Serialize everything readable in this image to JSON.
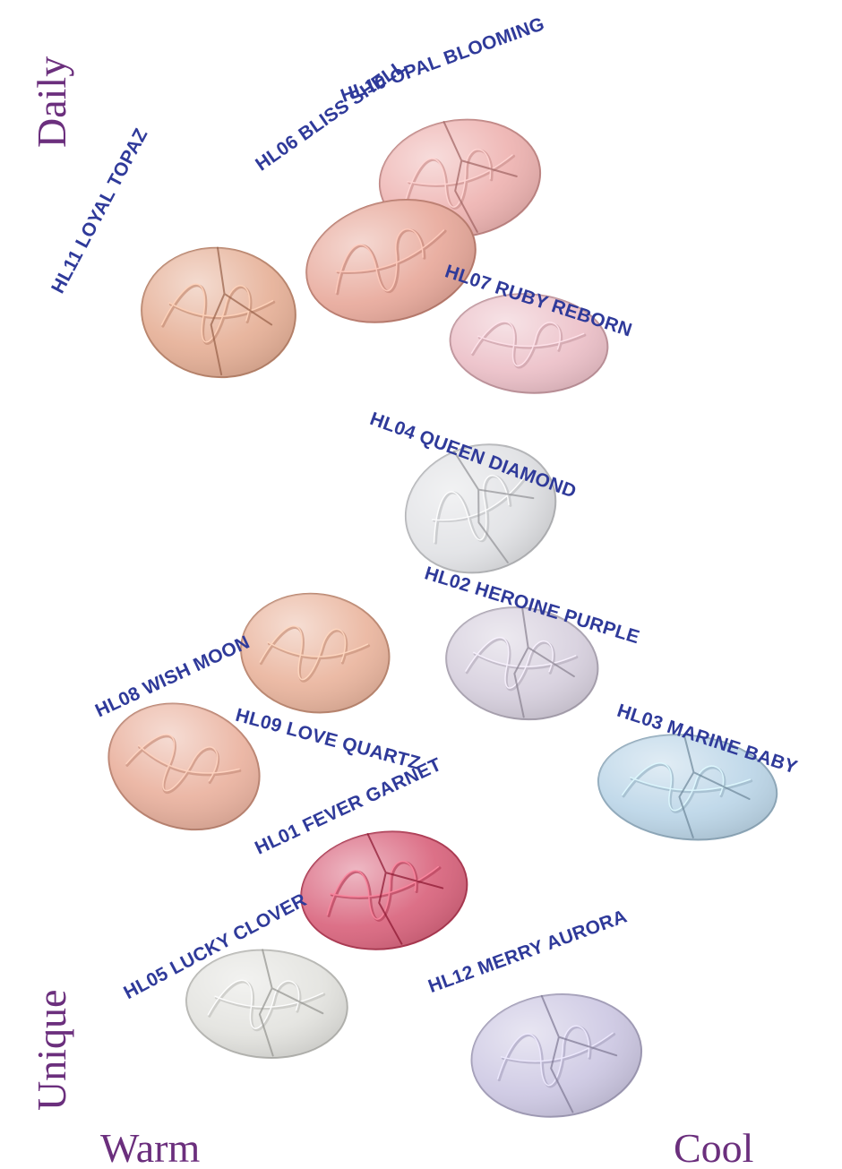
{
  "chart_data": {
    "type": "scatter",
    "x_axis": {
      "low_label": "Warm",
      "high_label": "Cool"
    },
    "y_axis": {
      "low_label": "Unique",
      "high_label": "Daily"
    },
    "grid": false,
    "legend": "none",
    "colors": {
      "axis_top": "#8fc3e6",
      "axis_bottom": "#7a3d82",
      "label": "#2f3a9a",
      "axis_text": "#6b2f7d"
    },
    "points": [
      {
        "id": "HL10",
        "name": "HL10 OPAL BLOOMING",
        "x": 0.55,
        "y": 0.9,
        "color": "#eeb3b1"
      },
      {
        "id": "HL06",
        "name": "HL06 BLISS SHELL",
        "x": 0.45,
        "y": 0.82,
        "color": "#e8a99b"
      },
      {
        "id": "HL11",
        "name": "HL11 LOYAL TOPAZ",
        "x": 0.2,
        "y": 0.77,
        "color": "#e6b097"
      },
      {
        "id": "HL07",
        "name": "HL07 RUBY REBORN",
        "x": 0.65,
        "y": 0.74,
        "color": "#ecc0c8"
      },
      {
        "id": "HL04",
        "name": "HL04 QUEEN DIAMOND",
        "x": 0.58,
        "y": 0.58,
        "color": "#e1e2e5"
      },
      {
        "id": "HL02",
        "name": "HL02 HEROINE PURPLE",
        "x": 0.64,
        "y": 0.43,
        "color": "#d7d0de"
      },
      {
        "id": "HL09",
        "name": "HL09 LOVE QUARTZ",
        "x": 0.34,
        "y": 0.44,
        "color": "#eab59e"
      },
      {
        "id": "HL08",
        "name": "HL08 WISH MOON",
        "x": 0.15,
        "y": 0.33,
        "color": "#eab29f"
      },
      {
        "id": "HL03",
        "name": "HL03 MARINE BABY",
        "x": 0.88,
        "y": 0.31,
        "color": "#bcd6e8"
      },
      {
        "id": "HL01",
        "name": "HL01 FEVER GARNET",
        "x": 0.44,
        "y": 0.21,
        "color": "#d9647d"
      },
      {
        "id": "HL05",
        "name": "HL05 LUCKY CLOVER",
        "x": 0.27,
        "y": 0.1,
        "color": "#e3e3df"
      },
      {
        "id": "HL12",
        "name": "HL12 MERRY AURORA",
        "x": 0.69,
        "y": 0.05,
        "color": "#cdc8e3"
      }
    ]
  }
}
